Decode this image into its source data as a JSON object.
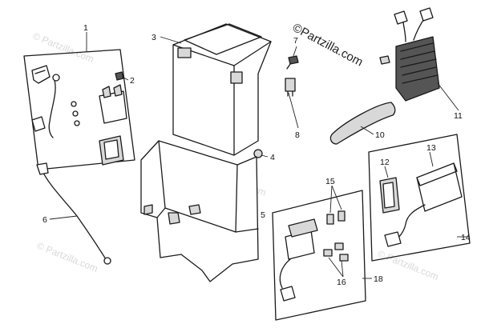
{
  "watermark": {
    "brand": "©Partzilla.com",
    "faint": "© Partzilla.com"
  },
  "callouts": [
    "1",
    "2",
    "3",
    "4",
    "5",
    "6",
    "7",
    "8",
    "10",
    "11",
    "12",
    "13",
    "14",
    "15",
    "16",
    "18"
  ]
}
